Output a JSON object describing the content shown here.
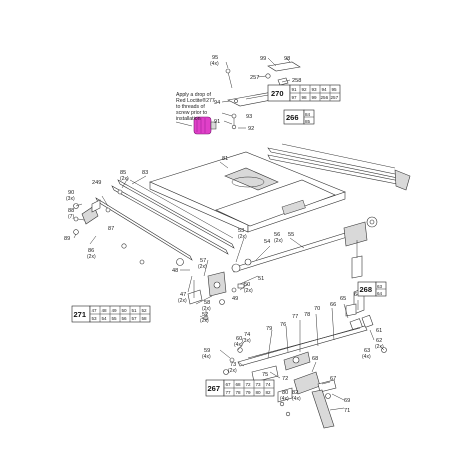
{
  "note": {
    "lines": [
      "Apply a drop of",
      "Red Loctite®277",
      "to threads of",
      "screw prior to",
      "installation"
    ]
  },
  "callouts": {
    "c99": "99",
    "c98": "98",
    "c95": "95",
    "c95q": "(4x)",
    "c257": "257",
    "c258": "258",
    "c94": "94",
    "c93": "93",
    "c91": "91",
    "c92": "92",
    "c81": "81",
    "c83": "83",
    "c85": "85",
    "c85q": "(2x)",
    "c90": "90",
    "c90q": "(3x)",
    "c88": "88",
    "c88q": "(7)",
    "c249": "249",
    "c86": "86",
    "c86q": "(2x)",
    "c87": "87",
    "c89": "89",
    "c53": "53",
    "c53q": "(2x)",
    "c54": "54",
    "c56": "56",
    "c56q": "(2x)",
    "c55": "55",
    "c48": "48",
    "c57": "57",
    "c57q": "(2x)",
    "c51": "51",
    "c50": "50",
    "c50q": "(2x)",
    "c49": "49",
    "c47": "47",
    "c47q": "(2x)",
    "c58": "58",
    "c58q": "(2x)",
    "c52": "52",
    "c52q": "(2x)",
    "c60": "60",
    "c60q": "(4x)",
    "c59": "59",
    "c59q": "(4x)",
    "c74": "74",
    "c74q": "(3x)",
    "c73": "73",
    "c73q": "(2x)",
    "c79": "79",
    "c76": "76",
    "c77": "77",
    "c78": "78",
    "c70": "70",
    "c66": "66",
    "c65": "65",
    "c64": "64",
    "c61": "61",
    "c62": "62",
    "c62q": "(2x)",
    "c63": "63",
    "c63q": "(4x)",
    "c68": "68",
    "c67": "67",
    "c69": "69",
    "c71": "71",
    "c72": "72",
    "c80": "80",
    "c80q": "(4x)",
    "c82": "82",
    "c82q": "(4x)",
    "c75": "75"
  },
  "ref_boxes": {
    "b270": {
      "title": "270",
      "cells": [
        "91",
        "92",
        "93",
        "94",
        "95",
        "97",
        "98",
        "99",
        "256",
        "257"
      ]
    },
    "b266": {
      "title": "266",
      "cells": [
        "84",
        "85"
      ]
    },
    "b268": {
      "title": "268",
      "cells": [
        "63",
        "64"
      ]
    },
    "b271": {
      "title": "271",
      "cells": [
        "47",
        "48",
        "49",
        "50",
        "51",
        "52",
        "53",
        "54",
        "55",
        "56",
        "57",
        "58"
      ]
    },
    "b267": {
      "title": "267",
      "cells": [
        "67",
        "68",
        "72",
        "73",
        "74",
        "77",
        "78",
        "79",
        "80",
        "82"
      ]
    }
  },
  "colors": {
    "highlight": "#e040c8",
    "line": "#333333"
  }
}
